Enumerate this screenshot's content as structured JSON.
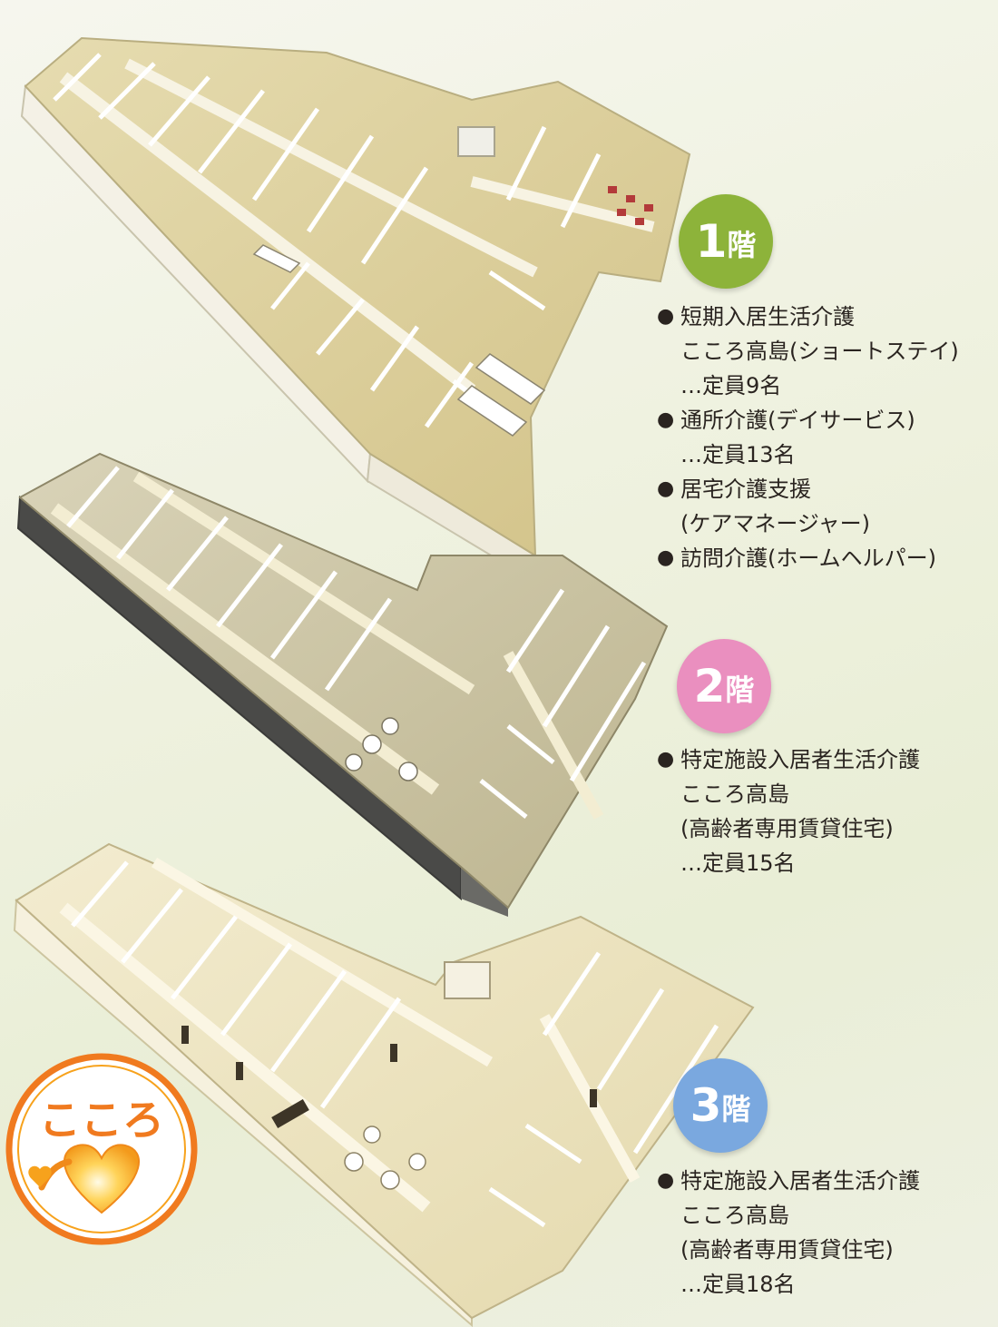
{
  "floors": [
    {
      "label": "1",
      "suffix": "階",
      "color": "#8db33a",
      "services": [
        {
          "lines": [
            "短期入居生活介護",
            "こころ高島(ショートステイ)",
            "…定員9名"
          ]
        },
        {
          "lines": [
            "通所介護(デイサービス)",
            "…定員13名"
          ]
        },
        {
          "lines": [
            "居宅介護支援",
            "(ケアマネージャー)"
          ]
        },
        {
          "lines": [
            "訪問介護(ホームヘルパー)"
          ]
        }
      ]
    },
    {
      "label": "2",
      "suffix": "階",
      "color": "#ea8fbf",
      "services": [
        {
          "lines": [
            "特定施設入居者生活介護",
            "こころ高島",
            "(高齢者専用賃貸住宅)",
            "…定員15名"
          ]
        }
      ]
    },
    {
      "label": "3",
      "suffix": "階",
      "color": "#7aa8df",
      "services": [
        {
          "lines": [
            "特定施設入居者生活介護",
            "こころ高島",
            "(高齢者専用賃貸住宅)",
            "…定員18名"
          ]
        }
      ]
    }
  ],
  "logo": {
    "text": "こころ",
    "ring_color": "#f07a1f",
    "heart_color": "#f7a21c"
  }
}
